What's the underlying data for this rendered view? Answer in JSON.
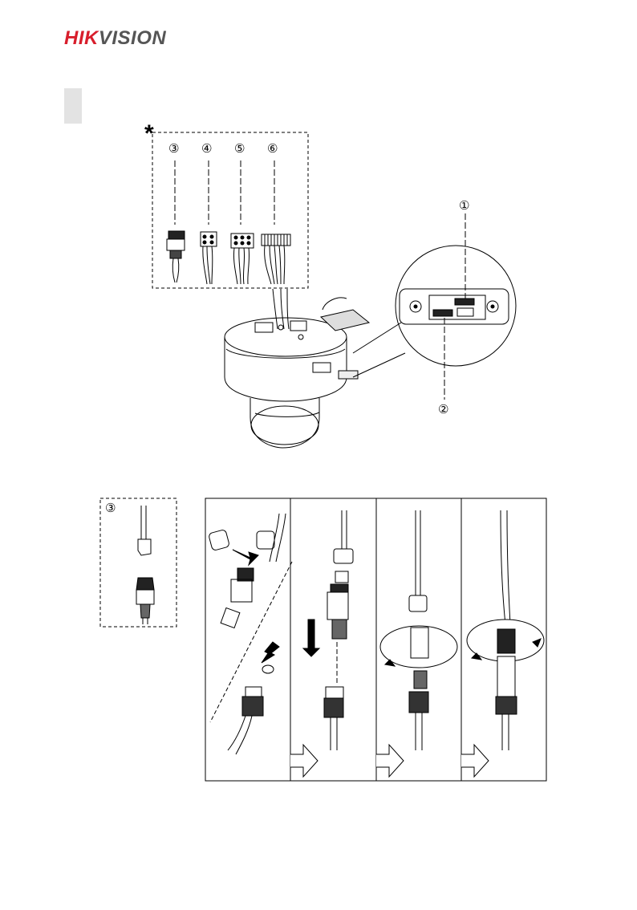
{
  "header": {
    "logo_text_red": "HIK",
    "logo_text_gray": "VISION"
  },
  "figure1": {
    "asterisk": "*",
    "callouts": [
      "③",
      "④",
      "⑤",
      "⑥"
    ],
    "port_callouts": [
      "①",
      "②"
    ]
  },
  "figure2": {
    "inset_callout": "③"
  }
}
